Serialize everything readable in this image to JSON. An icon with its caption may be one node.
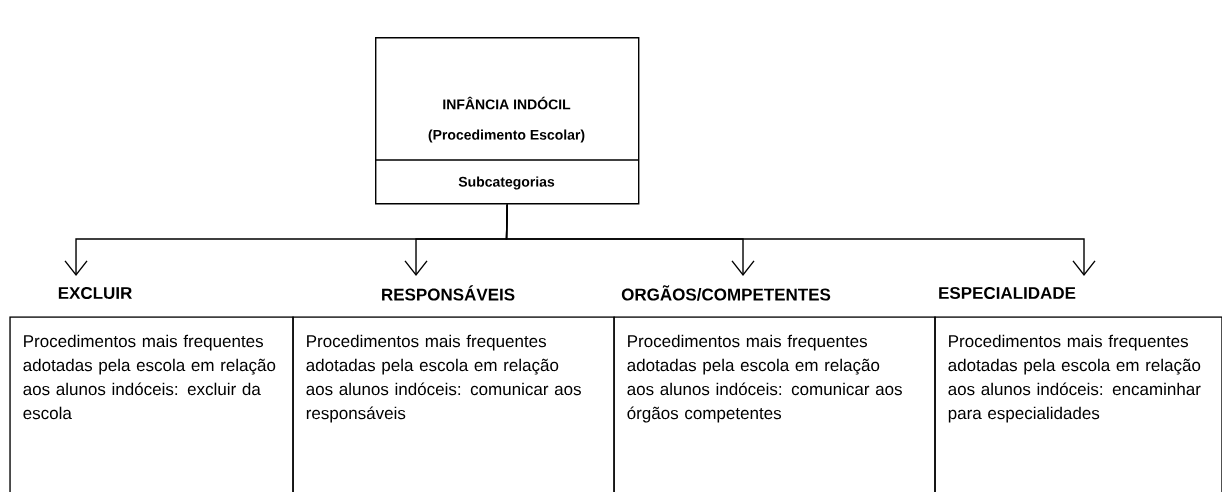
{
  "diagram": {
    "nodes": [
      {
        "text": [
          "INFÂNCIA INDÓCIL",
          "(Procedimento Escolar)",
          "Subcategorias"
        ]
      },
      {
        "text": [
          "EXCLUIR",
          "Procedimentos mais frequentes adotadas pela escola em relação aos alunos indóceis: excluir da escola"
        ]
      },
      {
        "text": [
          "RESPONSÁVEIS",
          "Procedimentos mais frequentes adotadas pela escola em relação aos alunos indóceis: comunicar aos responsáveis"
        ]
      },
      {
        "text": [
          "ORGÃOS/COMPETENTES",
          "Procedimentos mais frequentes adotadas pela escola em relação aos alunos indóceis: comunicar aos órgãos competentes"
        ]
      },
      {
        "text": [
          "ESPECIALIDADE",
          "Procedimentos mais frequentes adotadas pela escola em relação aos alunos indóceis: encaminhar para especialidades"
        ]
      }
    ],
    "edges": [
      {
        "from": 0,
        "to": 1,
        "arrow": "to"
      },
      {
        "from": 0,
        "to": 2,
        "arrow": "to"
      },
      {
        "from": 0,
        "to": 3,
        "arrow": "to"
      },
      {
        "from": 0,
        "to": 4,
        "arrow": "to"
      }
    ]
  }
}
